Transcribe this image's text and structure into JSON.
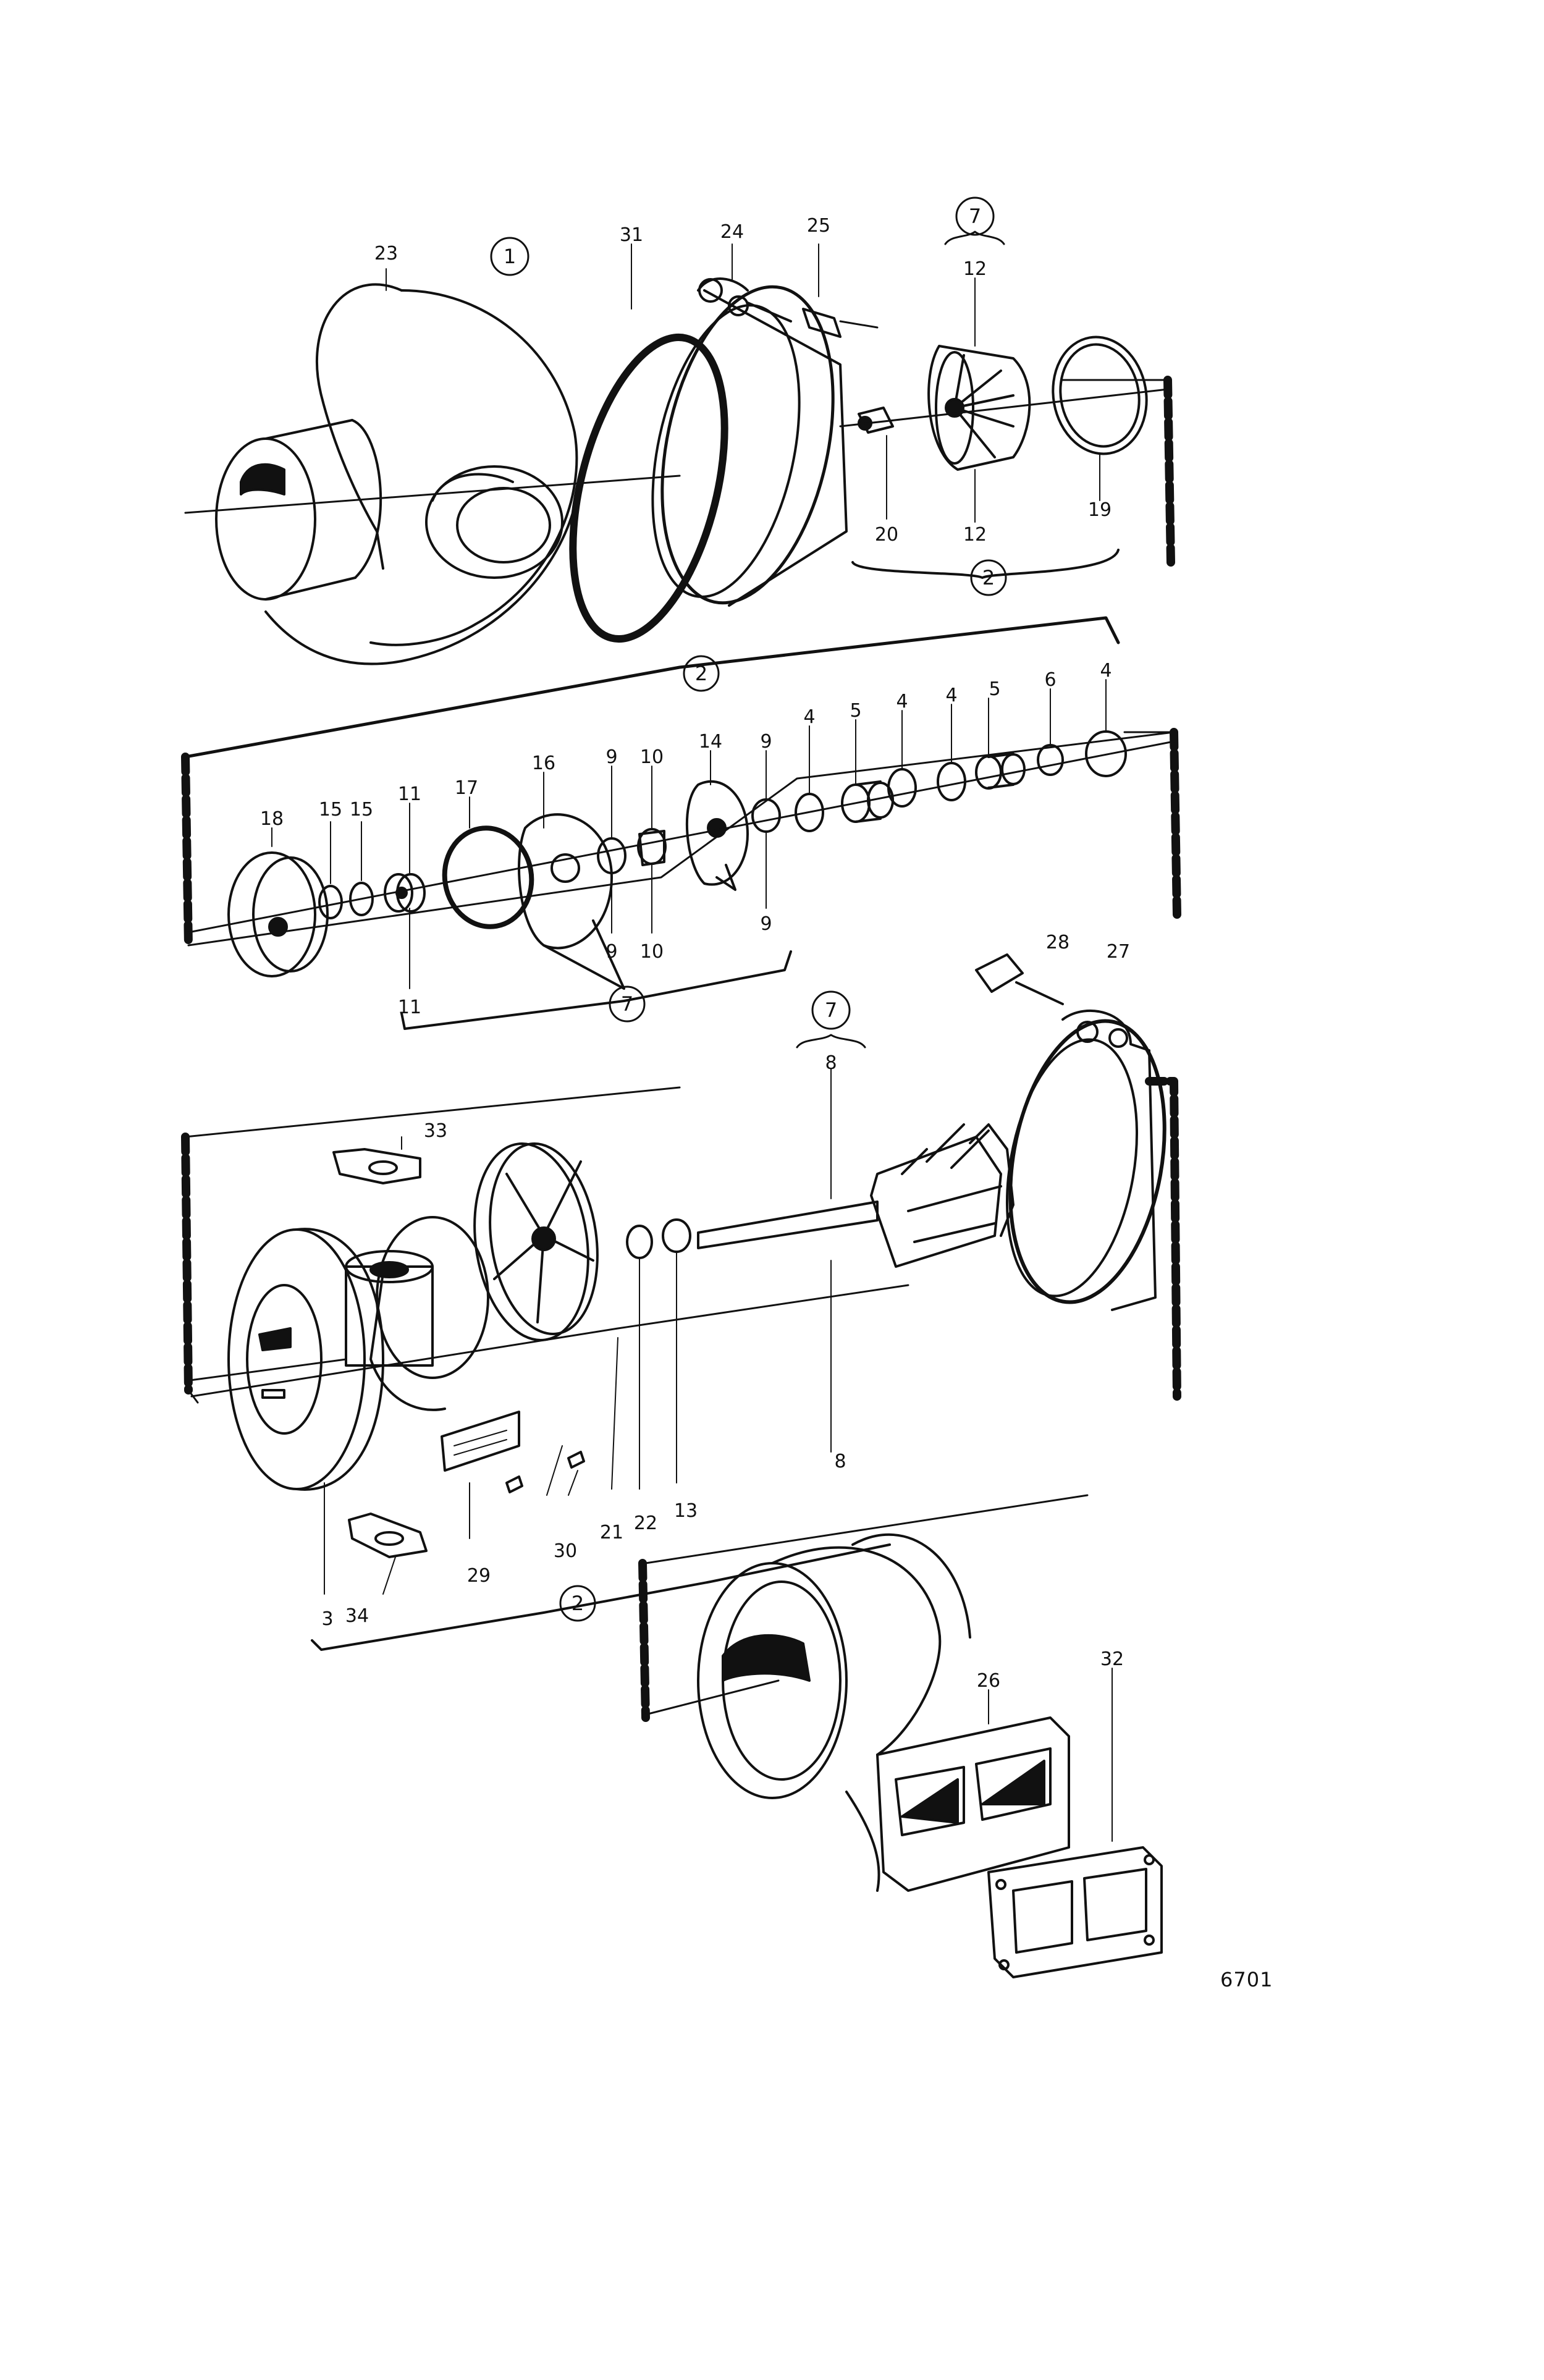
{
  "figure_number": "6701",
  "group_markers": {
    "m1": "1",
    "m2a": "2",
    "m2b": "2",
    "m2c": "2",
    "m7a": "7",
    "m7b": "7",
    "m7c": "7"
  },
  "part_labels": {
    "p23": "23",
    "p31": "31",
    "p24": "24",
    "p25": "25",
    "p12a": "12",
    "p12b": "12",
    "p20": "20",
    "p19": "19",
    "p18": "18",
    "p15a": "15",
    "p15b": "15",
    "p11a": "11",
    "p11b": "11",
    "p17": "17",
    "p16": "16",
    "p9a": "9",
    "p9b": "9",
    "p9c": "9",
    "p9d": "9",
    "p10a": "10",
    "p10b": "10",
    "p14": "14",
    "p4a": "4",
    "p4b": "4",
    "p4c": "4",
    "p4d": "4",
    "p5a": "5",
    "p5b": "5",
    "p6": "6",
    "p28": "28",
    "p27": "27",
    "p8a": "8",
    "p8b": "8",
    "p33": "33",
    "p3": "3",
    "p34": "34",
    "p29": "29",
    "p30": "30",
    "p21": "21",
    "p22": "22",
    "p13": "13",
    "p26": "26",
    "p32": "32"
  },
  "colors": {
    "ink": "#111111",
    "paper": "#ffffff"
  }
}
